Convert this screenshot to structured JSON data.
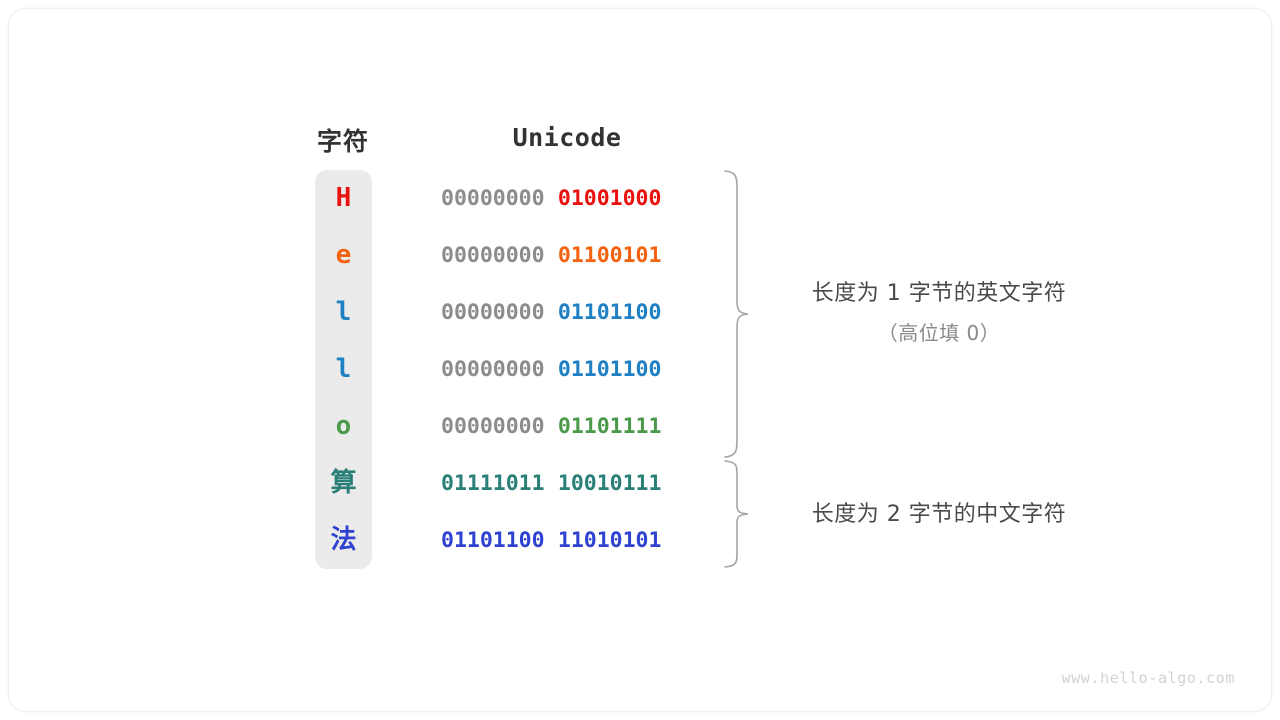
{
  "figure": {
    "headers": {
      "character": "字符",
      "unicode": "Unicode"
    },
    "rows": [
      {
        "char": "H",
        "script": "latin",
        "high": "00000000",
        "low": "01001000",
        "color": "#e8120e",
        "high_color": "#8c8c8c"
      },
      {
        "char": "e",
        "script": "latin",
        "high": "00000000",
        "low": "01100101",
        "color": "#f2620f",
        "high_color": "#8c8c8c"
      },
      {
        "char": "l",
        "script": "latin",
        "high": "00000000",
        "low": "01101100",
        "color": "#2080c4",
        "high_color": "#8c8c8c"
      },
      {
        "char": "l",
        "script": "latin",
        "high": "00000000",
        "low": "01101100",
        "color": "#2080c4",
        "high_color": "#8c8c8c"
      },
      {
        "char": "o",
        "script": "latin",
        "high": "00000000",
        "low": "01101111",
        "color": "#4b9a4b",
        "high_color": "#8c8c8c"
      },
      {
        "char": "算",
        "script": "cjk",
        "high": "01111011",
        "low": "10010111",
        "color": "#2a8076",
        "high_color": "#2a8076"
      },
      {
        "char": "法",
        "script": "cjk",
        "high": "01101100",
        "low": "11010101",
        "color": "#2f42d0",
        "high_color": "#2f42d0"
      }
    ],
    "annotations": [
      {
        "line1": "长度为 1 字节的英文字符",
        "line2": "（高位填 0）"
      },
      {
        "line1": "长度为 2 字节的中文字符",
        "line2": ""
      }
    ],
    "watermark": "www.hello-algo.com",
    "colors": {
      "char_panel_bg": "#ebebeb",
      "brace": "#a6a6a6",
      "header_text": "#333333",
      "annotation_text": "#4a4a4a",
      "annotation_sub_text": "#8a8a8a",
      "watermark_text": "#d2d2d2",
      "canvas_bg": "#ffffff"
    }
  }
}
